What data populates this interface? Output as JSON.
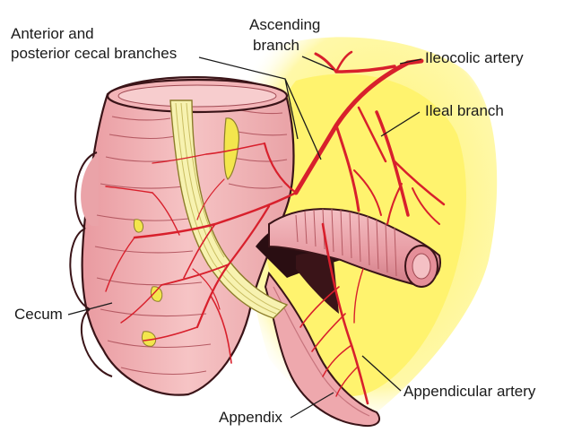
{
  "labels": {
    "anterior_posterior_line1": "Anterior and",
    "anterior_posterior_line2": "posterior cecal branches",
    "ascending_line1": "Ascending",
    "ascending_line2": "branch",
    "ileocolic": "Ileocolic artery",
    "ileal": "Ileal branch",
    "cecum": "Cecum",
    "appendicular": "Appendicular artery",
    "appendix": "Appendix"
  },
  "colors": {
    "mesentery": "#fff58a",
    "cecum_fill": "#f2b3b5",
    "cecum_shadow": "#d9868c",
    "artery": "#d8202c",
    "taenia": "#f7f2b0",
    "ileum": "#eaa0a8",
    "outline": "#3a1418"
  }
}
